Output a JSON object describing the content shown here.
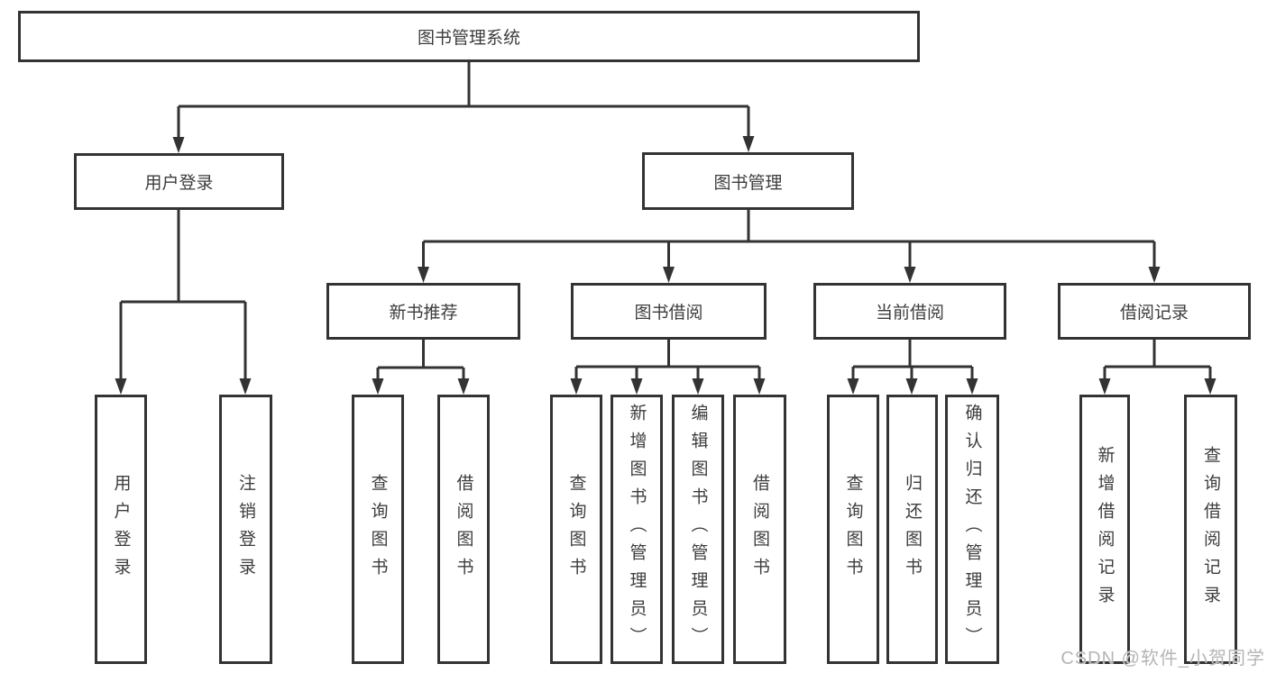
{
  "colors": {
    "line": "#333333",
    "box_border": "#333333",
    "text": "#3d3d3d",
    "watermark": "#b5b5b5",
    "background": "#ffffff"
  },
  "diagram": {
    "root": "图书管理系统",
    "login_branch": {
      "label": "用户登录",
      "leaves": [
        "用户登录",
        "注销登录"
      ]
    },
    "manage_branch": {
      "label": "图书管理",
      "groups": [
        {
          "label": "新书推荐",
          "leaves": [
            "查询图书",
            "借阅图书"
          ]
        },
        {
          "label": "图书借阅",
          "leaves": [
            "查询图书",
            "新增图书（管理员）",
            "编辑图书（管理员）",
            "借阅图书"
          ]
        },
        {
          "label": "当前借阅",
          "leaves": [
            "查询图书",
            "归还图书",
            "确认归还（管理员）"
          ]
        },
        {
          "label": "借阅记录",
          "leaves": [
            "新增借阅记录",
            "查询借阅记录"
          ]
        }
      ]
    }
  },
  "watermark": "CSDN @软件_小贺同学"
}
